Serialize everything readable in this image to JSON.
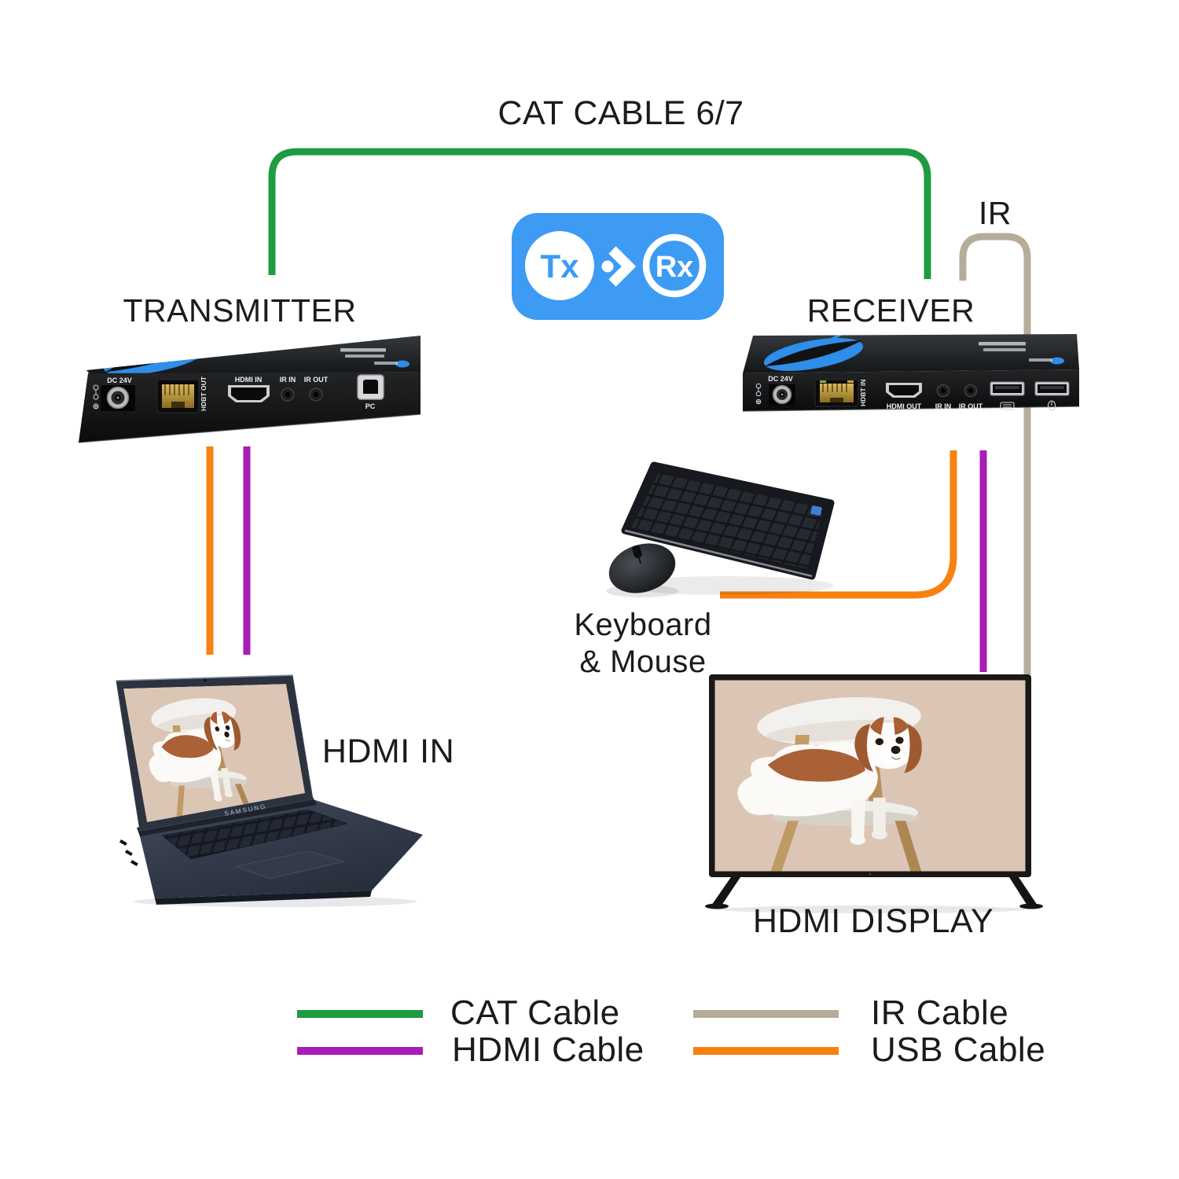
{
  "header": {
    "cat_cable_label": "CAT CABLE 6/7",
    "ir_label": "IR"
  },
  "badge": {
    "tx": "Tx",
    "rx": "Rx"
  },
  "transmitter": {
    "title": "TRANSMITTER",
    "ports": {
      "power_label": "DC 24V",
      "hdbt_label": "HDBT OUT",
      "hdmi_label": "HDMI IN",
      "ir_in_label": "IR IN",
      "ir_out_label": "IR OUT",
      "usb_label": "PC"
    }
  },
  "receiver": {
    "title": "RECEIVER",
    "ports": {
      "power_label": "DC 24V",
      "hdbt_label": "HDBT IN",
      "hdmi_label": "HDMI OUT",
      "ir_in_label": "IR IN",
      "ir_out_label": "IR OUT"
    }
  },
  "source": {
    "label": "HDMI IN",
    "laptop_brand": "SAMSUNG"
  },
  "display": {
    "label": "HDMI DISPLAY"
  },
  "peripherals": {
    "line1": "Keyboard",
    "line2": "& Mouse"
  },
  "legend": {
    "items": [
      {
        "label": "CAT Cable",
        "color": "#1f9b41"
      },
      {
        "label": "HDMI Cable",
        "color": "#a81cb8"
      },
      {
        "label": "IR Cable",
        "color": "#b5ac9a"
      },
      {
        "label": "USB Cable",
        "color": "#f78210"
      }
    ]
  },
  "colors": {
    "cat": "#1f9b41",
    "hdmi": "#a81cb8",
    "ir": "#b5ac9a",
    "usb": "#f78210",
    "badge_blue": "#3d9bf3",
    "text": "#1b1b1b"
  }
}
